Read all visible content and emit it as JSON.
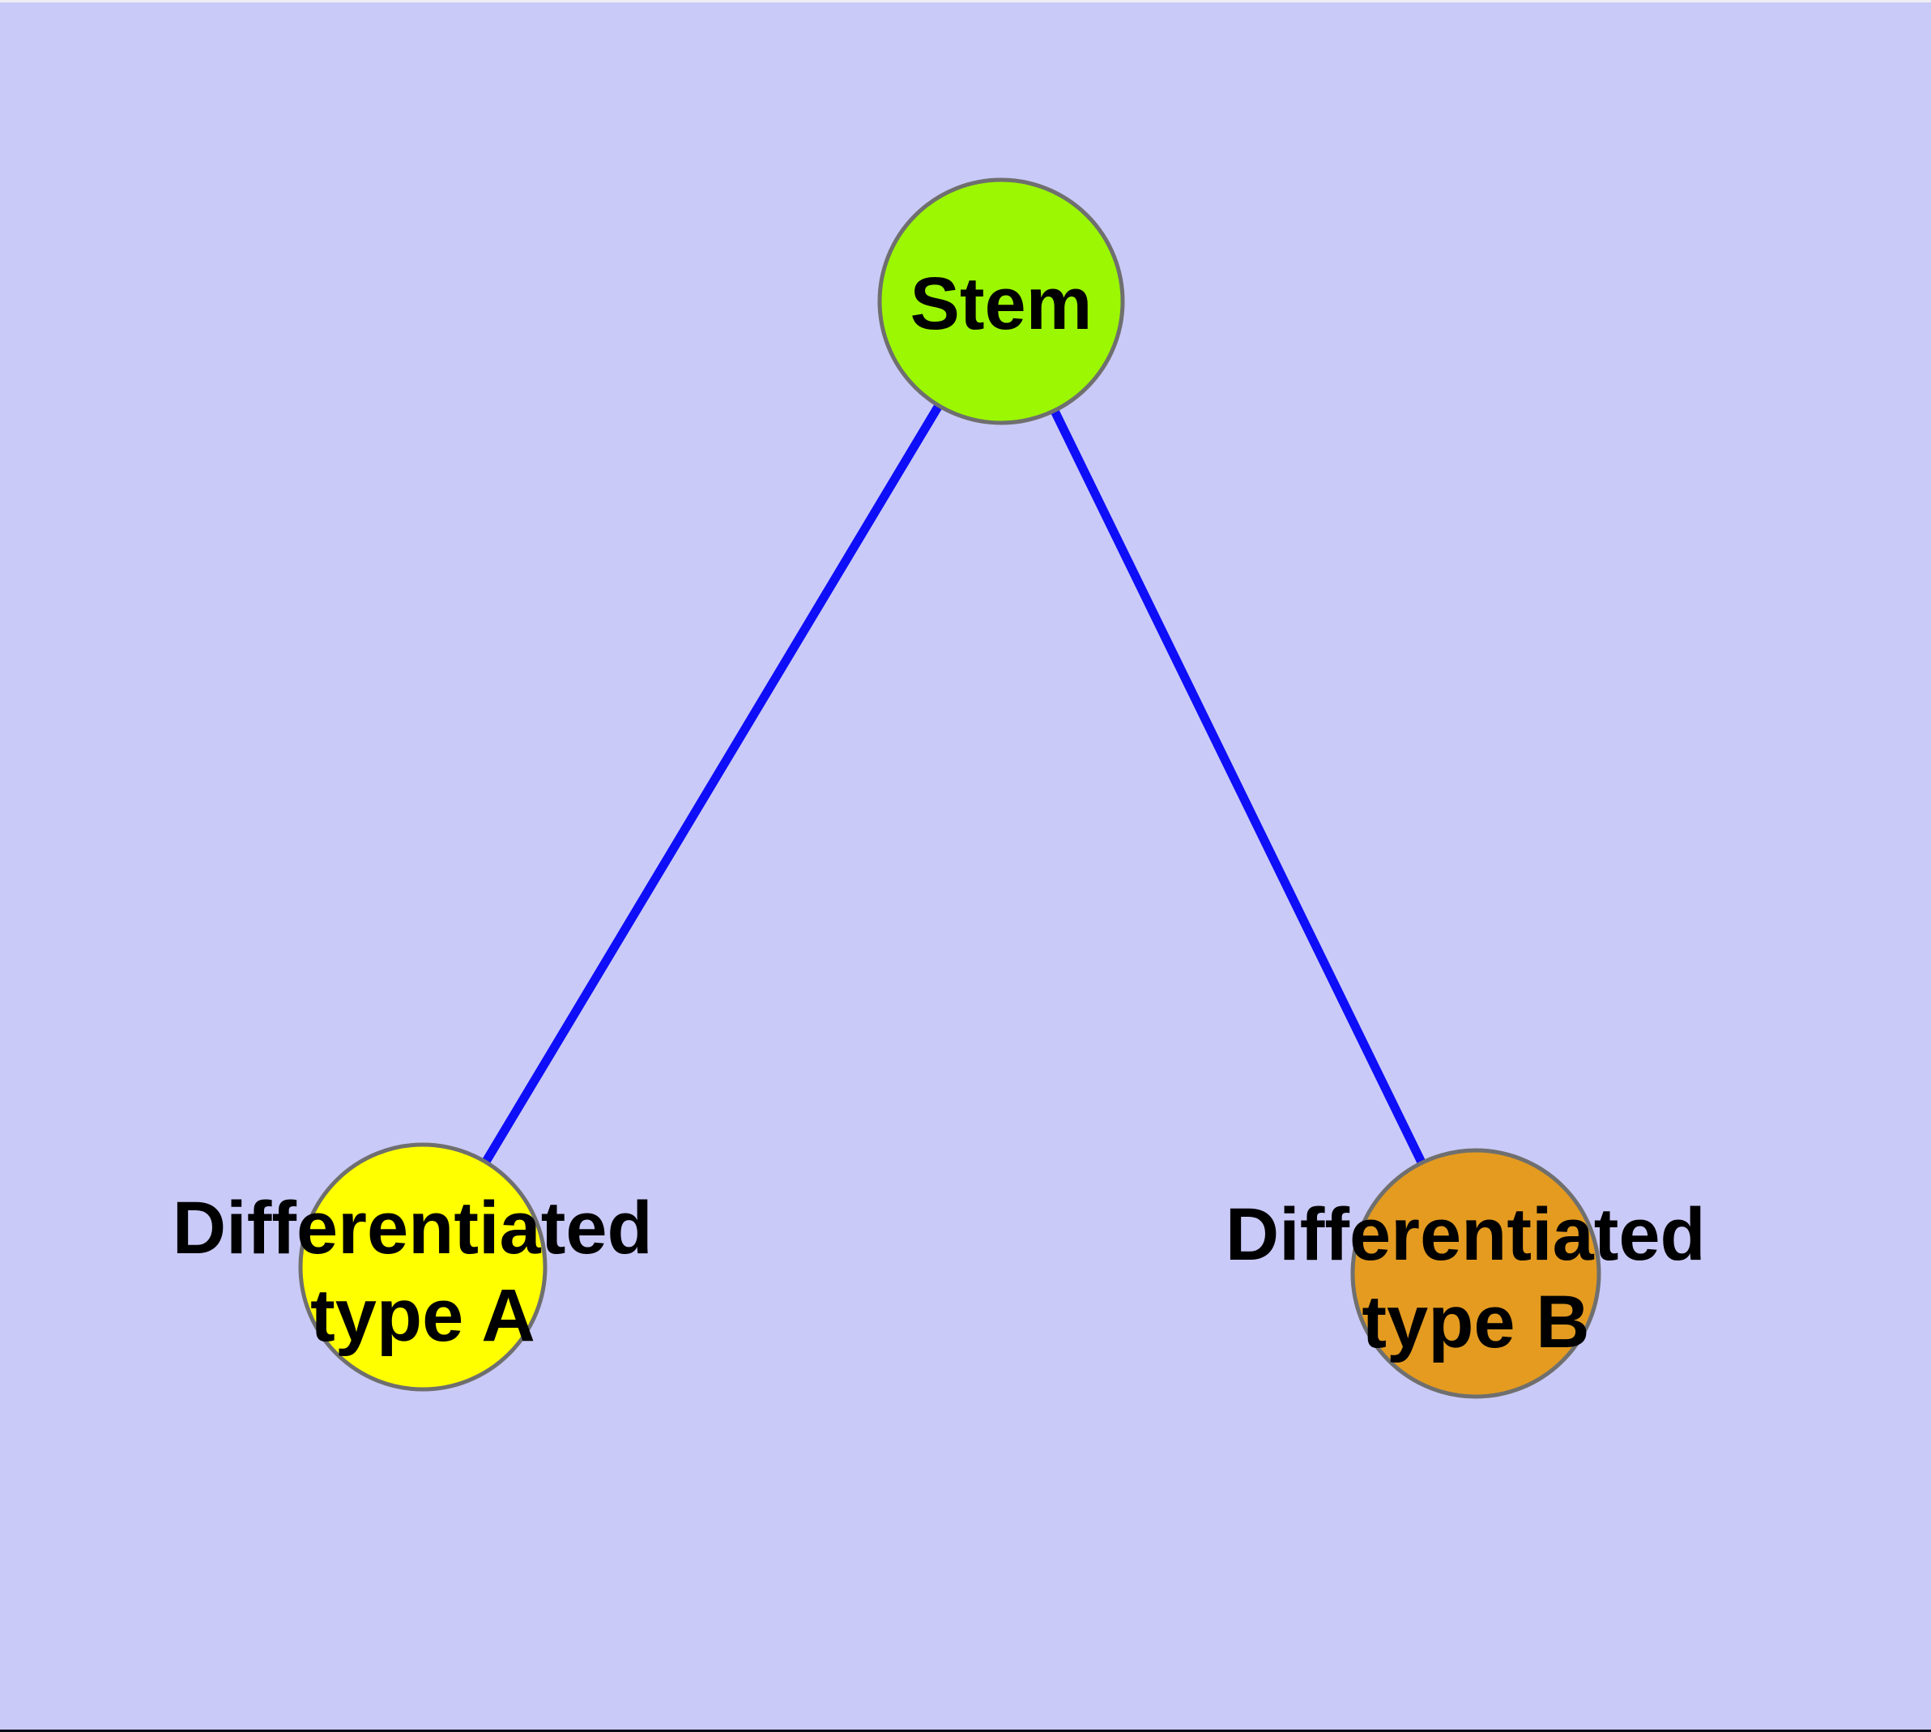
{
  "diagram": {
    "background_color": "#CACAF8",
    "window_top_edge_color": "#EDEDF4",
    "window_bottom_edge_color": "#0A0A18",
    "edge_color": "#0E0EF8",
    "node_border_color": "#6F6F6F",
    "label_color": "#000000",
    "nodes": [
      {
        "id": "stem",
        "label_line1": "Stem",
        "label_line2": "",
        "fill": "#9BF702"
      },
      {
        "id": "differentiated-type-a",
        "label_line1": "Differentiated",
        "label_line2": "type A",
        "fill": "#FFFF00"
      },
      {
        "id": "differentiated-type-b",
        "label_line1": "Differentiated",
        "label_line2": "type B",
        "fill": "#E49B20"
      }
    ],
    "edges": [
      {
        "from": "Stem",
        "to": "Differentiated type A"
      },
      {
        "from": "Stem",
        "to": "Differentiated type B"
      }
    ]
  }
}
